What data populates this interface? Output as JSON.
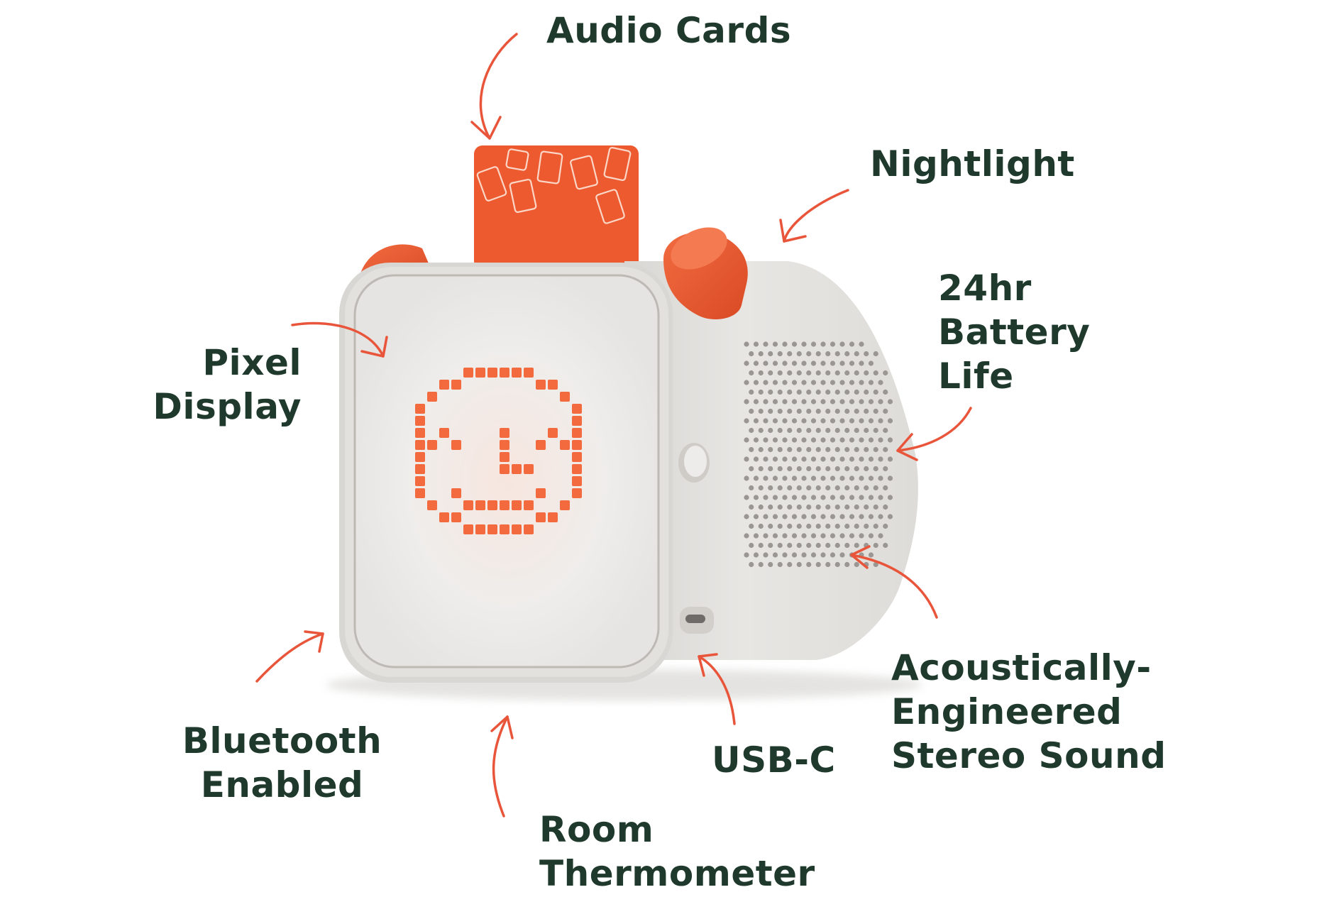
{
  "colors": {
    "label_text": "#1f3a2c",
    "arrow": "#e8553a",
    "accent_orange": "#ef5b33",
    "device_body": "#e6e4e1",
    "pixel_face": "#f26a3e"
  },
  "labels": {
    "audio_cards": [
      "Audio Cards"
    ],
    "nightlight": [
      "Nightlight"
    ],
    "battery": [
      "24hr",
      "Battery",
      "Life"
    ],
    "pixel_display": [
      "Pixel",
      "Display"
    ],
    "bluetooth": [
      "Bluetooth",
      "Enabled"
    ],
    "room_thermometer": [
      "Room",
      "Thermometer"
    ],
    "usb_c": [
      "USB-C"
    ],
    "stereo_sound": [
      "Acoustically-",
      "Engineered",
      "Stereo Sound"
    ]
  }
}
